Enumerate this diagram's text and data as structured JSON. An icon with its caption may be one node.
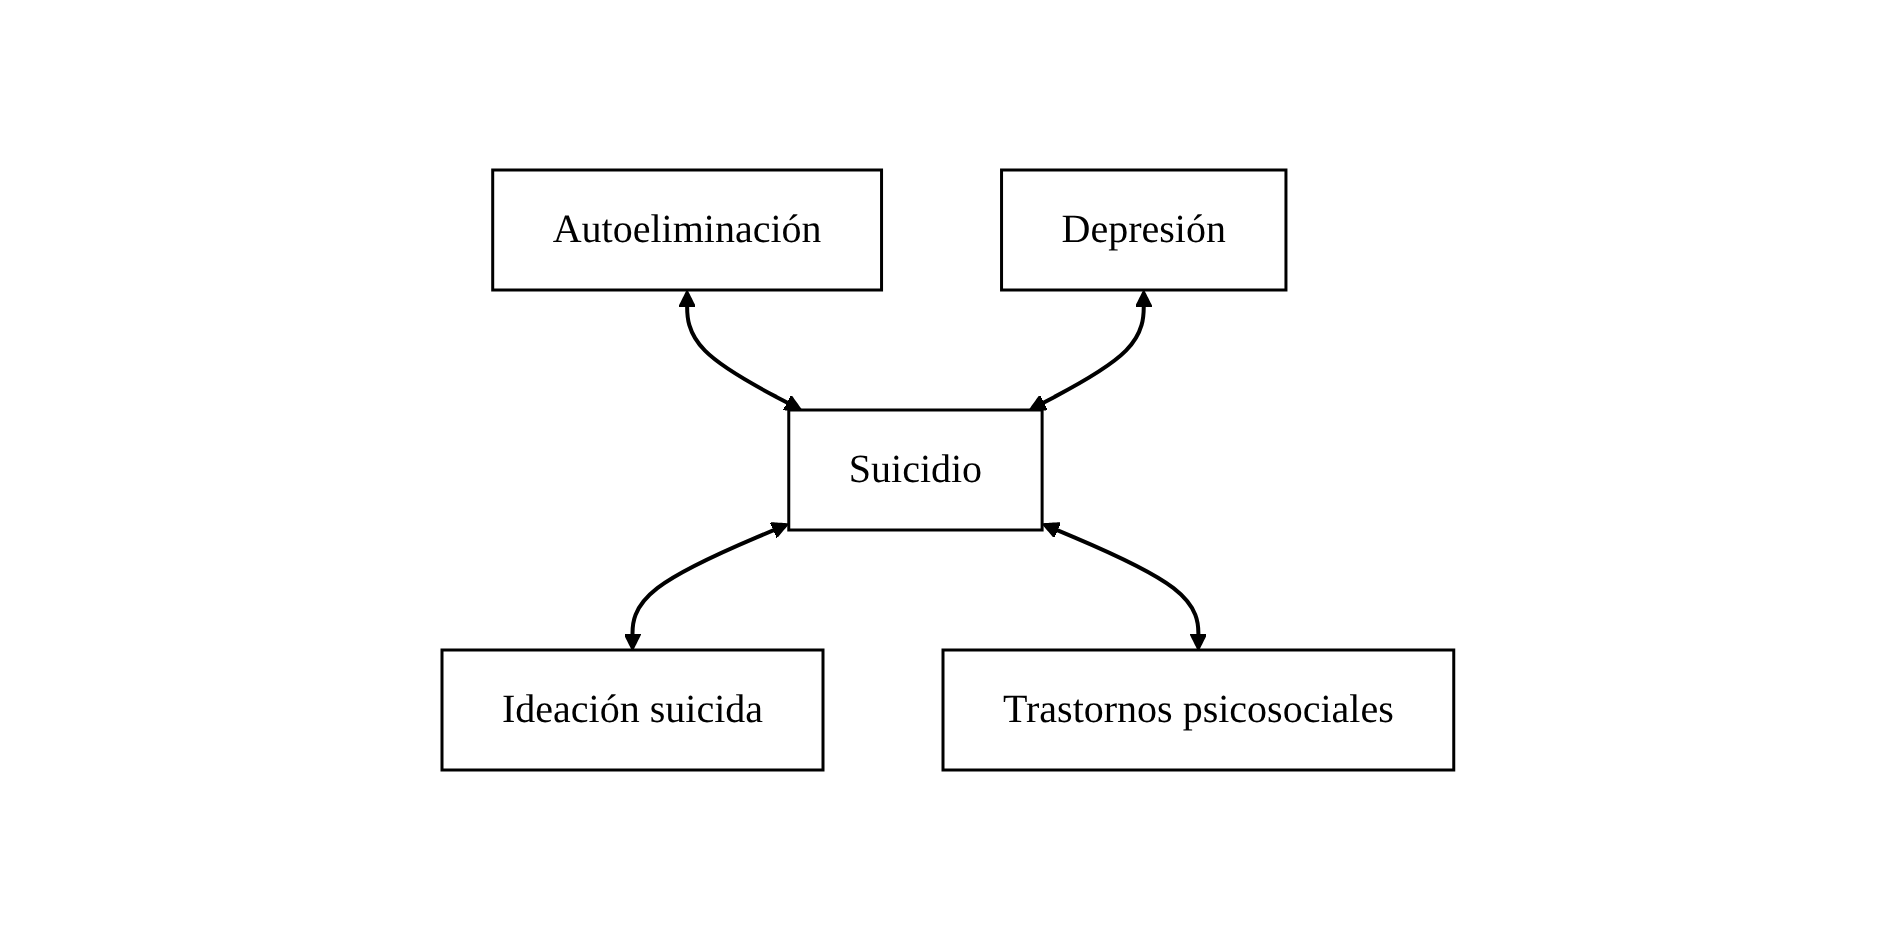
{
  "diagram": {
    "nodes": [
      {
        "text": [
          "Autoeliminación"
        ]
      },
      {
        "text": [
          "Depresión"
        ]
      },
      {
        "text": [
          "Suicidio"
        ]
      },
      {
        "text": [
          "Ideación suicida"
        ]
      },
      {
        "text": [
          "Trastornos psicosociales"
        ]
      }
    ],
    "edges": [
      {
        "from": 0,
        "to": 2,
        "arrow": "both"
      },
      {
        "from": 1,
        "to": 2,
        "arrow": "both"
      },
      {
        "from": 2,
        "to": 3,
        "arrow": "both"
      },
      {
        "from": 2,
        "to": 4,
        "arrow": "both"
      }
    ]
  }
}
